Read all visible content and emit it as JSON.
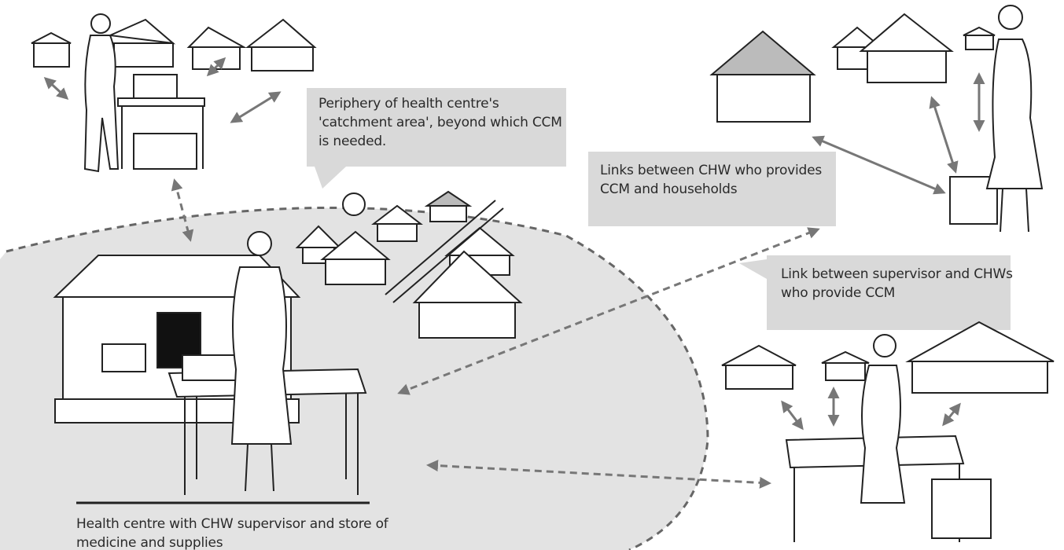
{
  "labels": {
    "periphery": "Periphery of health centre's 'catchment area', beyond which CCM is needed.",
    "links_households": "Links between CHW who provides CCM and households",
    "link_supervisor": "Link between supervisor and CHWs who provide CCM",
    "health_centre": "Health centre with CHW supervisor and store of medicine and supplies"
  },
  "colors": {
    "catchment_fill": "#e3e3e3",
    "callout_fill": "#d9d9d9",
    "arrow": "#777777",
    "ink": "#222222"
  }
}
